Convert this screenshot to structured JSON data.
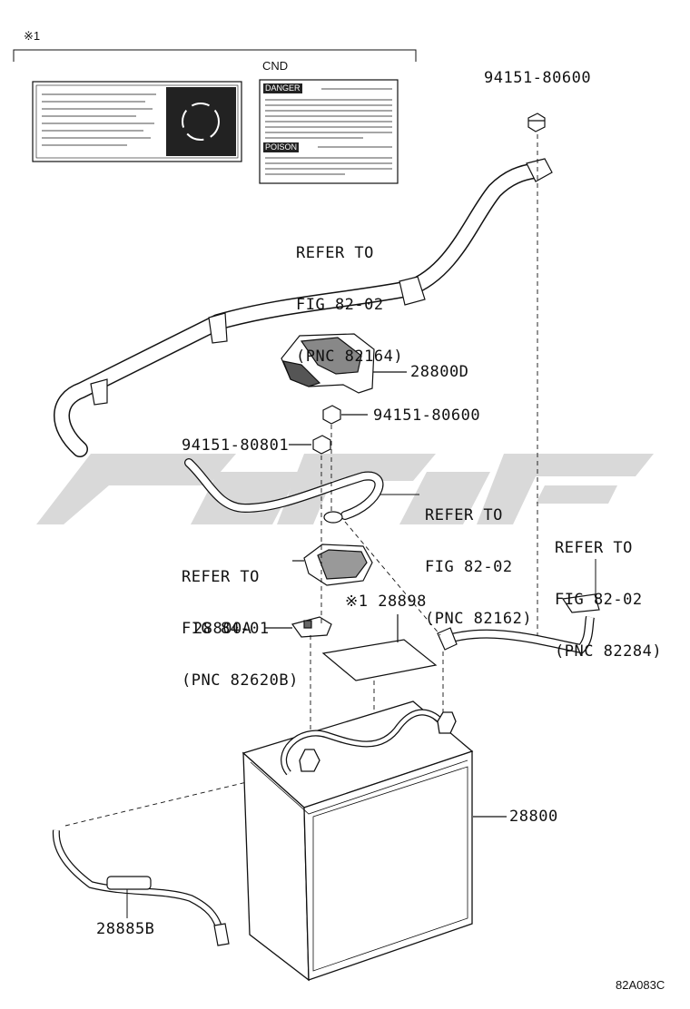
{
  "note_mark": "※1",
  "labels": {
    "cnd_title": "CND",
    "danger": "DANGER",
    "poison": "POISON",
    "part_94151_80600_top": "94151-80600",
    "part_28800D": "28800D",
    "part_94151_80600_mid": "94151-80600",
    "part_94151_80801": "94151-80801",
    "part_28898": "※1 28898",
    "part_28800A": "28800A",
    "part_28800": "28800",
    "part_28885B": "28885B",
    "figure_code": "82A083C"
  },
  "refs": {
    "ref_82164": [
      "REFER TO",
      "FIG 82-02",
      "(PNC 82164)"
    ],
    "ref_82162": [
      "REFER TO",
      "FIG 82-02",
      "(PNC 82162)"
    ],
    "ref_82284": [
      "REFER TO",
      "FIG 82-02",
      "(PNC 82284)"
    ],
    "ref_82620B": [
      "REFER TO",
      "FIG 84-01",
      "(PNC 82620B)"
    ]
  },
  "colors": {
    "line": "#111111",
    "watermark": "#d9d9d9"
  }
}
